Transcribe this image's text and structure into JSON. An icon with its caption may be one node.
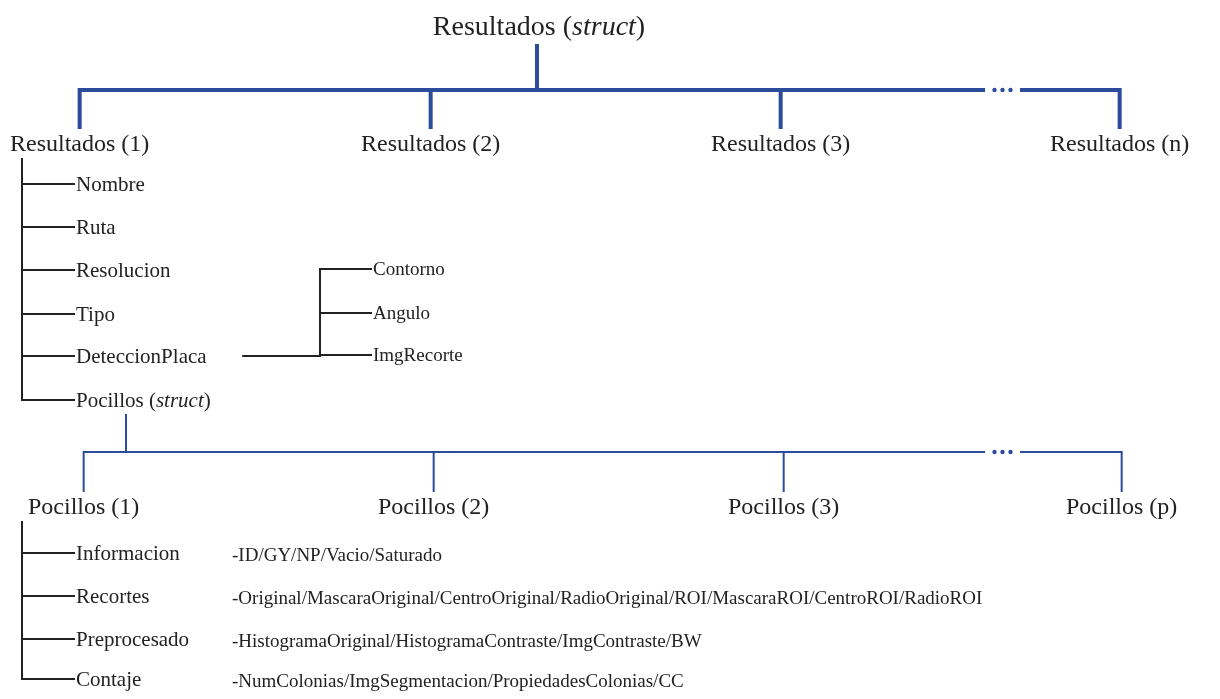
{
  "diagram": {
    "nodes": [
      {
        "text": [
          "Resultados (*struct*)"
        ]
      },
      {
        "text": [
          "Resultados (1)"
        ]
      },
      {
        "text": [
          "Resultados (2)"
        ]
      },
      {
        "text": [
          "Resultados (3)"
        ]
      },
      {
        "text": [
          "Resultados (n)"
        ]
      },
      {
        "text": [
          "Nombre"
        ]
      },
      {
        "text": [
          "Ruta"
        ]
      },
      {
        "text": [
          "Resolucion"
        ]
      },
      {
        "text": [
          "Tipo"
        ]
      },
      {
        "text": [
          "DeteccionPlaca"
        ]
      },
      {
        "text": [
          "Pocillos (*struct*)"
        ]
      },
      {
        "text": [
          "Contorno"
        ]
      },
      {
        "text": [
          "Angulo"
        ]
      },
      {
        "text": [
          "ImgRecorte"
        ]
      },
      {
        "text": [
          "Pocillos (1)"
        ]
      },
      {
        "text": [
          "Pocillos (2)"
        ]
      },
      {
        "text": [
          "Pocillos (3)"
        ]
      },
      {
        "text": [
          "Pocillos (p)"
        ]
      },
      {
        "text": [
          "Informacion"
        ]
      },
      {
        "text": [
          "Recortes"
        ]
      },
      {
        "text": [
          "Preprocesado"
        ]
      },
      {
        "text": [
          "Contaje"
        ]
      }
    ],
    "labels": [
      "-ID/GY/NP/Vacio/Saturado",
      "-Original/MascaraOriginal/CentroOriginal/RadioOriginal/ROI/MascaraROI/CentroROI/RadioROI",
      "-HistogramaOriginal/HistogramaContraste/ImgContraste/BW",
      "-NumColonias/ImgSegmentacion/PropiedadesColonias/CC"
    ],
    "edges": [
      {
        "from": 0,
        "to": 1,
        "arrow": "none",
        "style": "thick",
        "color": "#2b4c9b"
      },
      {
        "from": 0,
        "to": 2,
        "arrow": "none",
        "style": "thick",
        "color": "#2b4c9b"
      },
      {
        "from": 0,
        "to": 3,
        "arrow": "none",
        "style": "thick",
        "color": "#2b4c9b"
      },
      {
        "from": 0,
        "to": 4,
        "arrow": "none",
        "style": "thick",
        "color": "#2b4c9b"
      },
      {
        "from": 1,
        "to": 5,
        "arrow": "none"
      },
      {
        "from": 1,
        "to": 6,
        "arrow": "none"
      },
      {
        "from": 1,
        "to": 7,
        "arrow": "none"
      },
      {
        "from": 1,
        "to": 8,
        "arrow": "none"
      },
      {
        "from": 1,
        "to": 9,
        "arrow": "none"
      },
      {
        "from": 1,
        "to": 10,
        "arrow": "none"
      },
      {
        "from": 9,
        "to": 11,
        "arrow": "none"
      },
      {
        "from": 9,
        "to": 12,
        "arrow": "none"
      },
      {
        "from": 9,
        "to": 13,
        "arrow": "none"
      },
      {
        "from": 10,
        "to": 14,
        "arrow": "none",
        "color": "#2b4c9b"
      },
      {
        "from": 10,
        "to": 15,
        "arrow": "none",
        "color": "#2b4c9b"
      },
      {
        "from": 10,
        "to": 16,
        "arrow": "none",
        "color": "#2b4c9b"
      },
      {
        "from": 10,
        "to": 17,
        "arrow": "none",
        "color": "#2b4c9b"
      },
      {
        "from": 14,
        "to": 18,
        "arrow": "none"
      },
      {
        "from": 14,
        "to": 19,
        "arrow": "none"
      },
      {
        "from": 14,
        "to": 20,
        "arrow": "none"
      },
      {
        "from": 14,
        "to": 21,
        "arrow": "none"
      }
    ]
  }
}
